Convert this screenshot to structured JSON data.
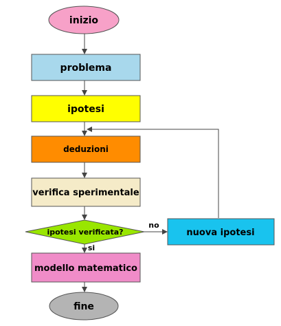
{
  "nodes": {
    "start": {
      "label": "inizio",
      "fill": "#f7a1c8"
    },
    "step1": {
      "label": "problema",
      "fill": "#a8d8ec"
    },
    "step2": {
      "label": "ipotesi",
      "fill": "#ffff00"
    },
    "step3": {
      "label": "deduzioni",
      "fill": "#ff8c00"
    },
    "step4": {
      "label": "verifica sperimentale",
      "fill": "#f5ebc8"
    },
    "decision": {
      "label": "ipotesi verificata?",
      "fill": "#99e600"
    },
    "alt": {
      "label": "nuova ipotesi",
      "fill": "#19c3ee"
    },
    "step5": {
      "label": "modello matematico",
      "fill": "#f08cc8"
    },
    "end": {
      "label": "fine",
      "fill": "#b4b4b4"
    }
  },
  "edges": {
    "no_label": "no",
    "yes_label": "si"
  },
  "colors": {
    "border": "#555555",
    "arrow": "#444444"
  }
}
